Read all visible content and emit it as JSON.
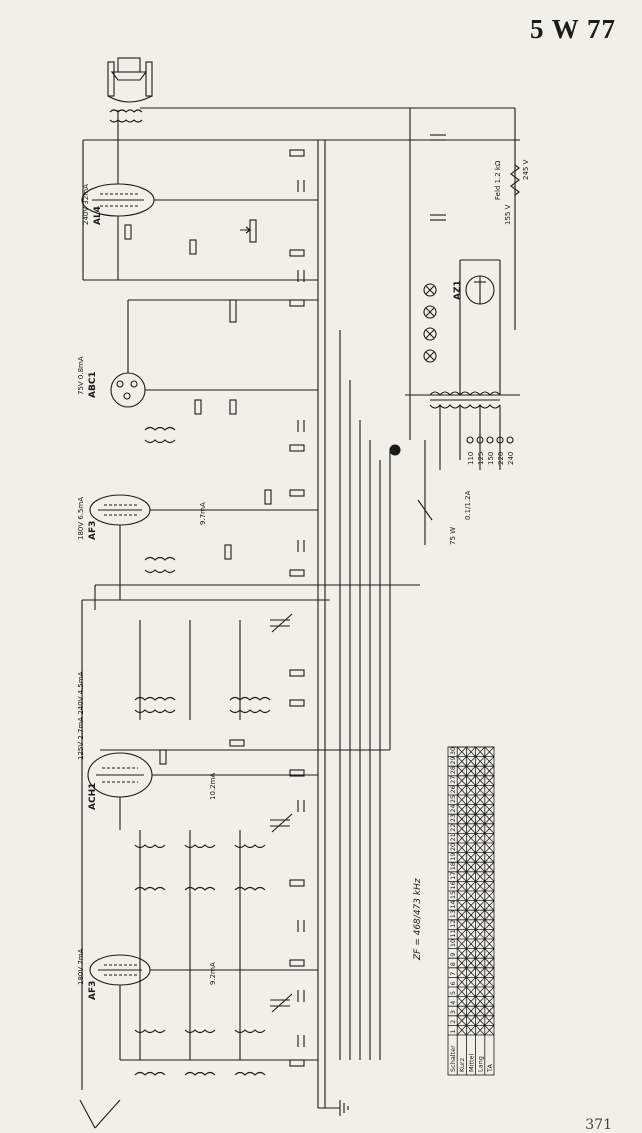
{
  "title": "5 W 77",
  "page_number": "371",
  "tubes": [
    {
      "name": "AL4",
      "ratings": "240V 32mA"
    },
    {
      "name": "ABC1",
      "ratings": "75V 0.8mA"
    },
    {
      "name": "AF3",
      "ratings": "180V 6.5mA"
    },
    {
      "name": "ACH1",
      "ratings": "125V 2.7mA 240V 4.5mA"
    },
    {
      "name": "AF3",
      "ratings": "180V 7mA"
    },
    {
      "name": "AZ1",
      "ratings": ""
    }
  ],
  "currents": [
    "9.7mA",
    "10.2mA",
    "9.2mA"
  ],
  "if_note": "ZF = 468/473 kHz",
  "mains": {
    "power": "75 W",
    "fuse": "0.1/1.2A",
    "voltages": [
      "110",
      "125",
      "150",
      "220",
      "240"
    ]
  },
  "field_coil": {
    "label": "Feld 1.2 kΩ",
    "v_in": "245 V",
    "v_out": "155 V"
  },
  "switch_table": {
    "rows": [
      "Schalter",
      "Kurz",
      "Mittel",
      "Lang",
      "TA"
    ],
    "columns": [
      "1",
      "2",
      "3",
      "4",
      "5",
      "6",
      "7",
      "8",
      "9",
      "10",
      "11",
      "12",
      "13",
      "14",
      "15",
      "16",
      "17",
      "18",
      "19",
      "20",
      "21",
      "22",
      "23",
      "24",
      "25",
      "26",
      "27",
      "28",
      "29",
      "30"
    ]
  }
}
